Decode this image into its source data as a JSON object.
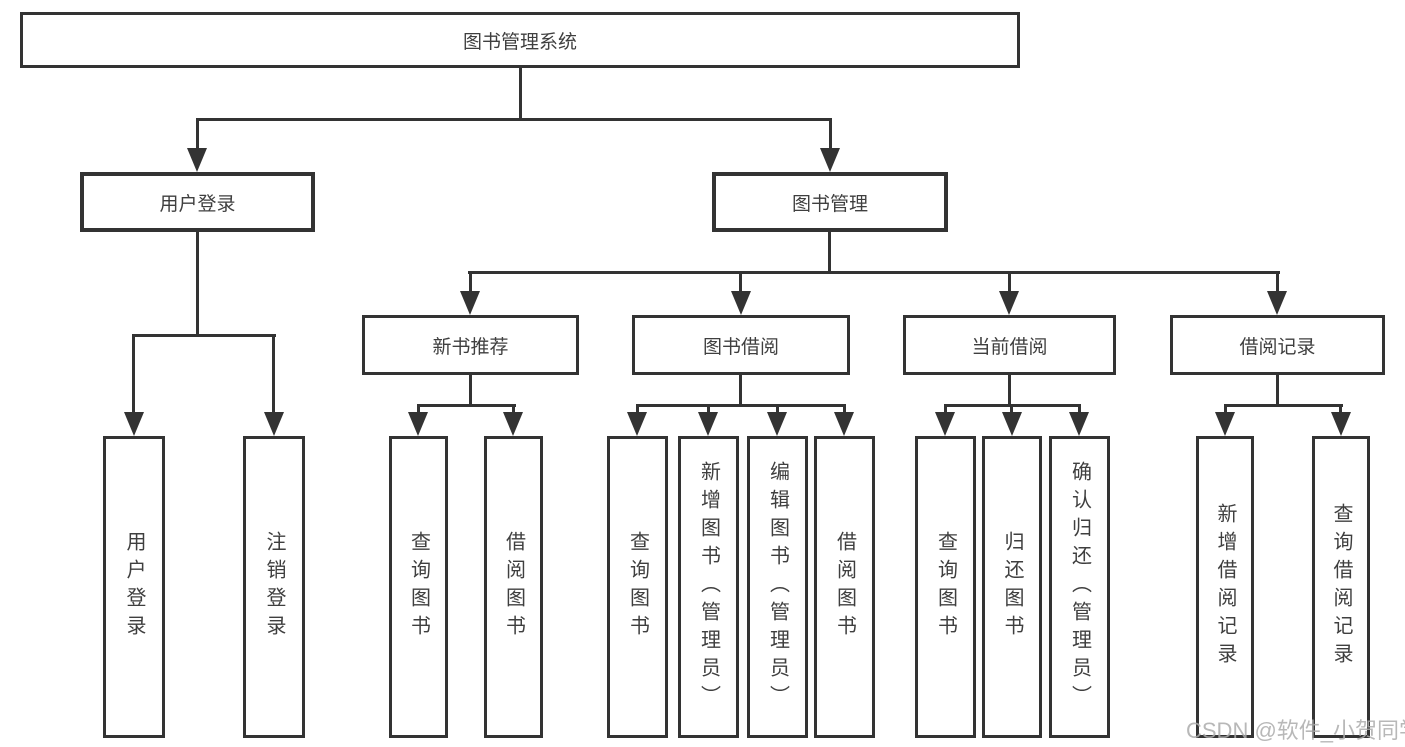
{
  "tree": {
    "root": "图书管理系统",
    "branches": [
      {
        "label": "用户登录",
        "children": [
          "用户登录",
          "注销登录"
        ]
      },
      {
        "label": "图书管理",
        "children": [
          {
            "label": "新书推荐",
            "children": [
              "查询图书",
              "借阅图书"
            ]
          },
          {
            "label": "图书借阅",
            "children": [
              "查询图书",
              "新增图书（管理员）",
              "编辑图书（管理员）",
              "借阅图书"
            ]
          },
          {
            "label": "当前借阅",
            "children": [
              "查询图书",
              "归还图书",
              "确认归还（管理员）"
            ]
          },
          {
            "label": "借阅记录",
            "children": [
              "新增借阅记录",
              "查询借阅记录"
            ]
          }
        ]
      }
    ]
  },
  "watermark": "CSDN @软件_小贺同学",
  "colors": {
    "line": "#333333",
    "text": "#3f3f3f",
    "background": "#ffffff",
    "watermark": "#acacac"
  }
}
